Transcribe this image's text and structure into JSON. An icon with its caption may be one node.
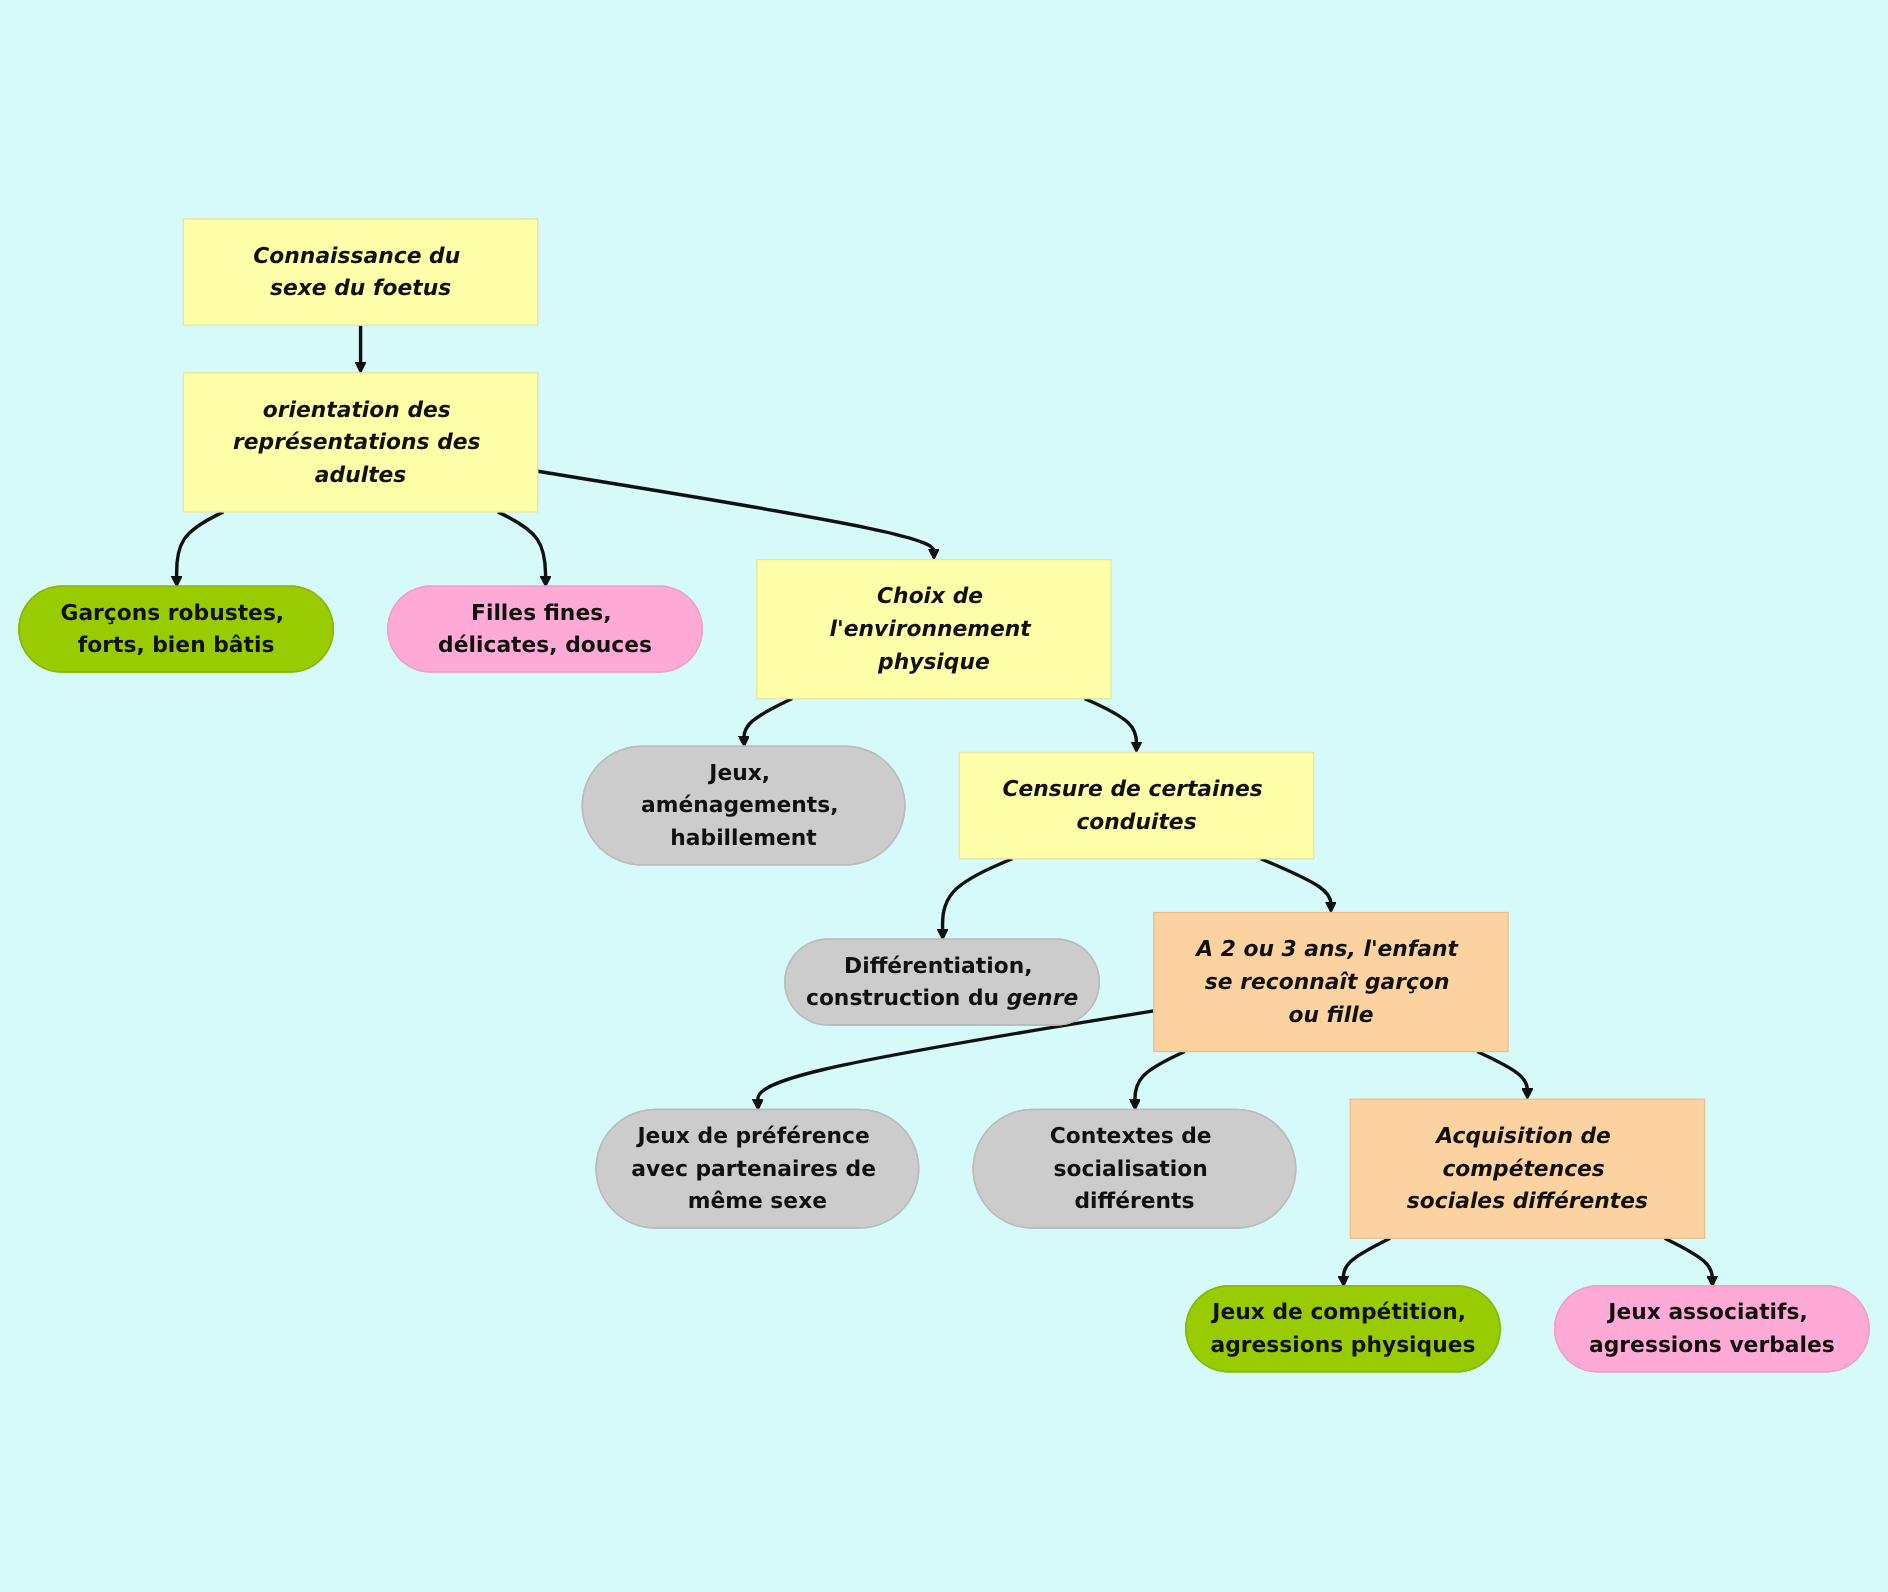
{
  "diagram": {
    "nodes": [
      {
        "text": [
          "Connaissance du sexe du foetus"
        ]
      },
      {
        "text": [
          "Garçons robustes, forts, bien bâtis"
        ]
      },
      {
        "text": [
          "orientation des représentations des adultes"
        ]
      },
      {
        "text": [
          "Filles fines, délicates, douces"
        ]
      },
      {
        "text": [
          "Jeux, aménagements, habillement"
        ]
      },
      {
        "text": [
          "Choix de l'environnement physique"
        ]
      },
      {
        "text": [
          "Censure de certaines conduites"
        ]
      },
      {
        "text": [
          "Différentiation, construction du *genre*"
        ]
      },
      {
        "text": [
          "Jeux de préférence avec partenaires de même sexe"
        ]
      },
      {
        "text": [
          "A 2 ou 3 ans, l'enfant se reconnaît garçon ou fille"
        ]
      },
      {
        "text": [
          "Contextes de socialisation différents"
        ]
      },
      {
        "text": [
          "Jeux de compétition, agressions physiques"
        ]
      },
      {
        "text": [
          "Acquisition de compétences sociales différentes"
        ]
      },
      {
        "text": [
          "Jeux associatifs, agressions verbales"
        ]
      }
    ],
    "edges": [
      {
        "from": 0,
        "to": 2,
        "arrow": "to"
      },
      {
        "from": 2,
        "to": 1,
        "arrow": "to"
      },
      {
        "from": 2,
        "to": 3,
        "arrow": "to"
      },
      {
        "from": 2,
        "to": 5,
        "arrow": "to"
      },
      {
        "from": 5,
        "to": 4,
        "arrow": "to"
      },
      {
        "from": 5,
        "to": 6,
        "arrow": "to"
      },
      {
        "from": 6,
        "to": 7,
        "arrow": "to"
      },
      {
        "from": 6,
        "to": 9,
        "arrow": "to"
      },
      {
        "from": 9,
        "to": 8,
        "arrow": "to"
      },
      {
        "from": 9,
        "to": 10,
        "arrow": "to"
      },
      {
        "from": 9,
        "to": 12,
        "arrow": "to"
      },
      {
        "from": 12,
        "to": 11,
        "arrow": "to"
      },
      {
        "from": 12,
        "to": 13,
        "arrow": "to"
      }
    ]
  }
}
